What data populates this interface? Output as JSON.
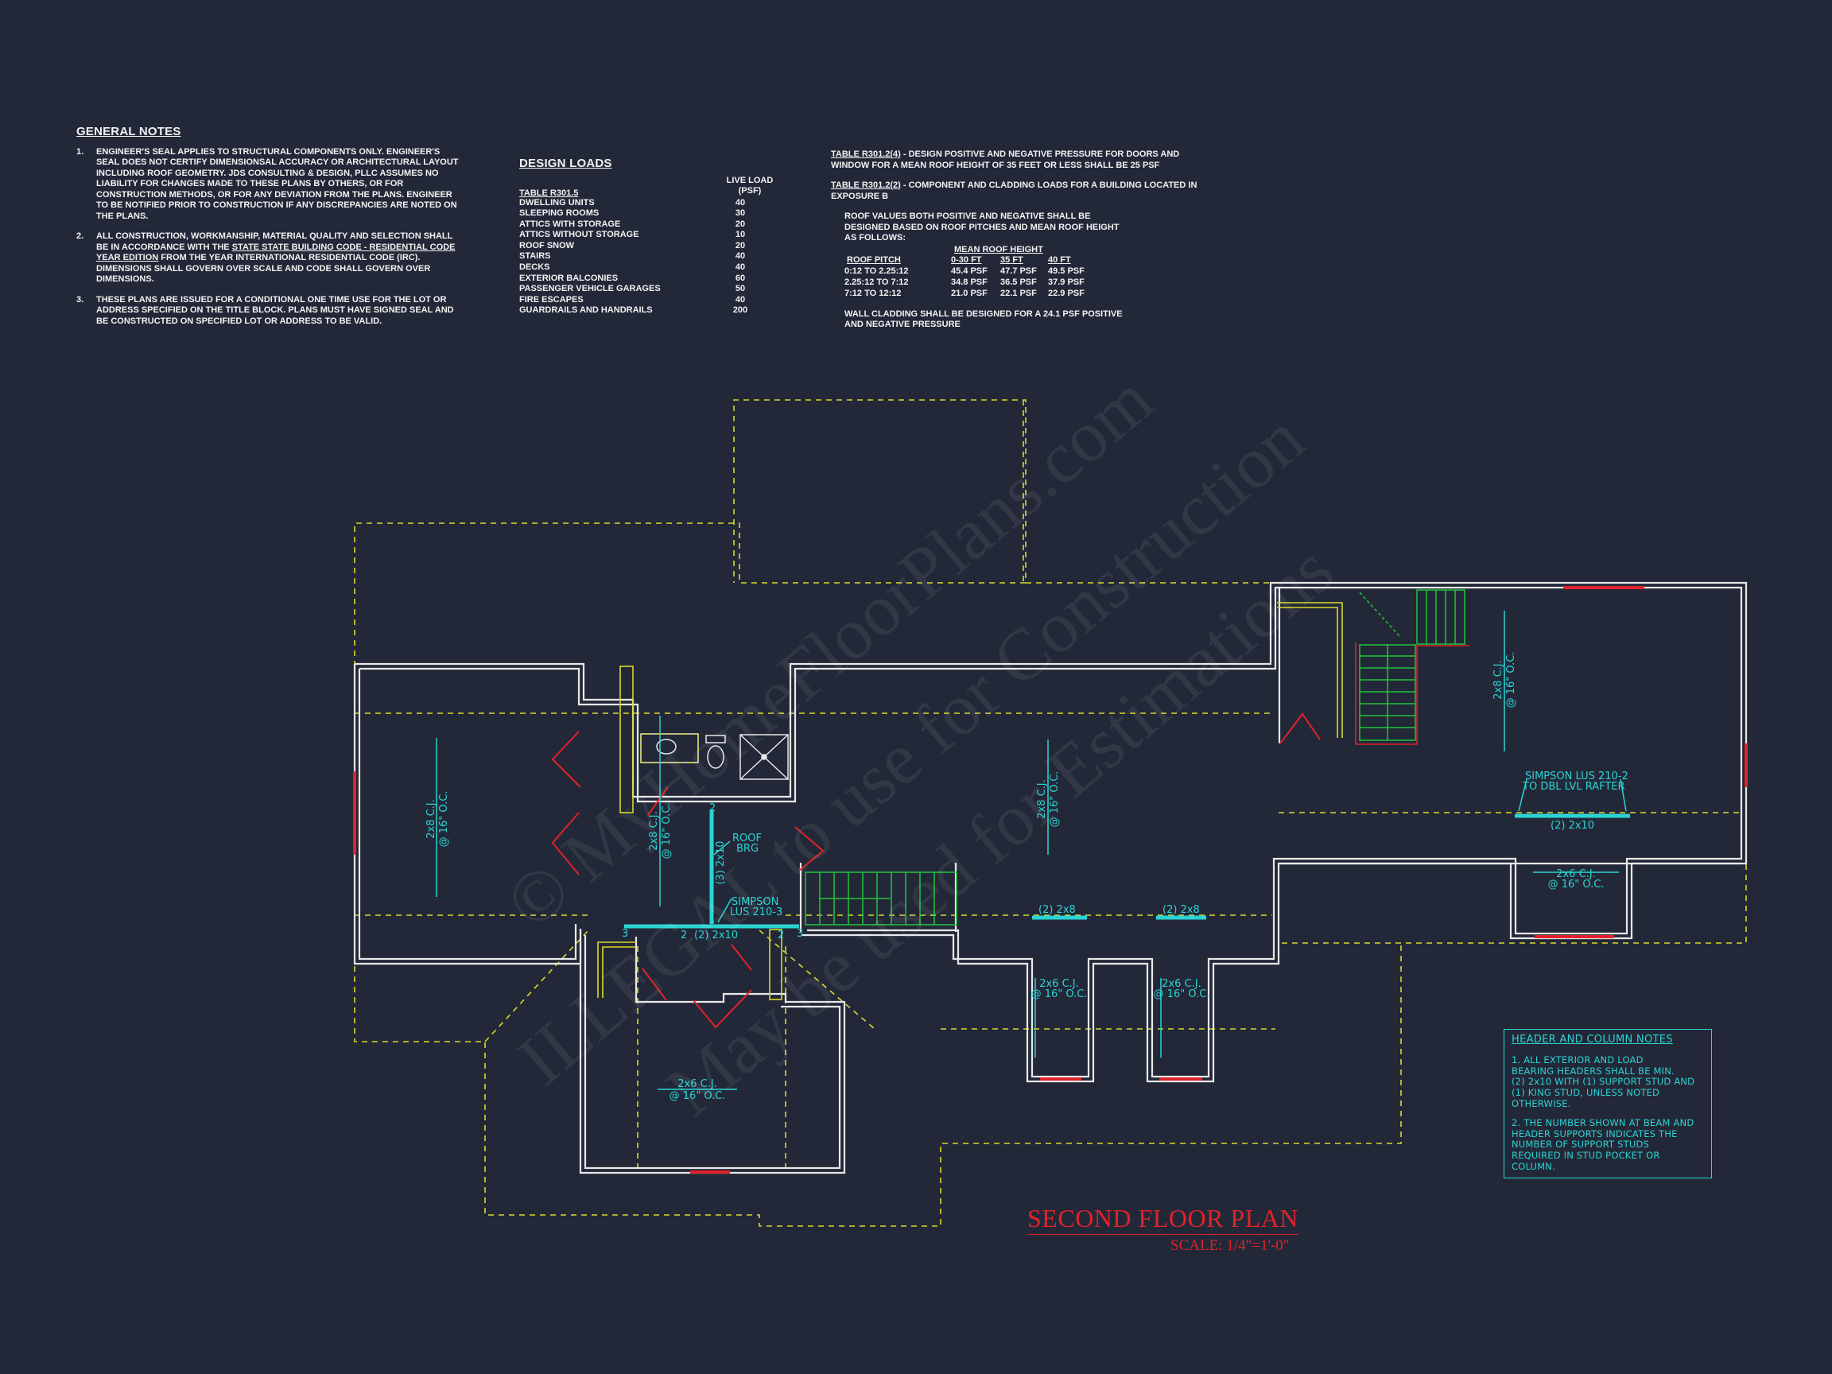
{
  "general_notes": {
    "title": "GENERAL NOTES",
    "items": [
      {
        "num": "1.",
        "lines": [
          "ENGINEER'S SEAL APPLIES TO STRUCTURAL COMPONENTS ONLY. ENGINEER'S",
          "SEAL DOES NOT CERTIFY DIMENSIONSAL ACCURACY OR ARCHITECTURAL LAYOUT",
          "INCLUDING ROOF GEOMETRY.  JDS CONSULTING & DESIGN, PLLC ASSUMES NO",
          "LIABILITY FOR CHANGES MADE TO THESE PLANS BY OTHERS, OR FOR",
          "CONSTRUCTION METHODS, OR FOR ANY DEVIATION FROM THE PLANS. ENGINEER",
          "TO BE NOTIFIED PRIOR TO CONSTRUCTION IF ANY DISCREPANCIES ARE NOTED ON",
          "THE PLANS."
        ]
      },
      {
        "num": "2.",
        "line1": "ALL CONSTRUCTION, WORKMANSHIP, MATERIAL QUALITY AND SELECTION SHALL",
        "line2a": "BE IN ACCORDANCE WITH THE ",
        "line2b": "STATE STATE BUILDING CODE - RESIDENTIAL CODE",
        "line3a": "YEAR EDITION",
        "line3b": " FROM THE YEAR INTERNATIONAL RESIDENTIAL CODE (IRC).",
        "line4": "DIMENSIONS SHALL GOVERN OVER SCALE AND CODE SHALL GOVERN OVER",
        "line5": "DIMENSIONS."
      },
      {
        "num": "3.",
        "lines": [
          "THESE PLANS ARE ISSUED FOR A CONDITIONAL ONE TIME USE FOR THE LOT OR",
          "ADDRESS SPECIFIED ON THE TITLE BLOCK. PLANS MUST HAVE SIGNED SEAL AND",
          "BE CONSTRUCTED ON SPECIFIED LOT OR ADDRESS TO BE VALID."
        ]
      }
    ]
  },
  "design_loads": {
    "title": "DESIGN LOADS",
    "live_load_label": "LIVE LOAD",
    "psf_label": "(PSF)",
    "table_label": "TABLE R301.5",
    "rows": [
      {
        "use": "DWELLING UNITS",
        "load": "40"
      },
      {
        "use": "SLEEPING ROOMS",
        "load": "30"
      },
      {
        "use": "ATTICS WITH STORAGE",
        "load": "20"
      },
      {
        "use": "ATTICS WITHOUT STORAGE",
        "load": "10"
      },
      {
        "use": "ROOF SNOW",
        "load": "20"
      },
      {
        "use": "STAIRS",
        "load": "40"
      },
      {
        "use": "DECKS",
        "load": "40"
      },
      {
        "use": "EXTERIOR BALCONIES",
        "load": "60"
      },
      {
        "use": "PASSENGER VEHICLE GARAGES",
        "load": "50"
      },
      {
        "use": "FIRE ESCAPES",
        "load": "40"
      },
      {
        "use": "GUARDRAILS AND HANDRAILS",
        "load": "200"
      }
    ]
  },
  "wind_notes": {
    "t1_ref": "TABLE R301.2(4)",
    "t1_text1": " - DESIGN POSITIVE AND NEGATIVE PRESSURE FOR DOORS AND",
    "t1_text2": "WINDOW FOR A MEAN ROOF HEIGHT OF 35 FEET OR LESS SHALL BE 25 PSF",
    "t2_ref": "TABLE R301.2(2)",
    "t2_text1": " - COMPONENT AND CLADDING LOADS FOR A BUILDING LOCATED IN",
    "t2_text2": "EXPOSURE B",
    "roof_lines": [
      "ROOF VALUES BOTH POSITIVE AND NEGATIVE SHALL BE",
      "DESIGNED BASED ON ROOF PITCHES AND MEAN ROOF HEIGHT",
      "AS FOLLOWS:"
    ],
    "mean_roof_height": "MEAN ROOF HEIGHT",
    "col_pitch": "ROOF PITCH",
    "col_a": "0-30 FT",
    "col_b": "35 FT",
    "col_c": "40 FT",
    "roof_rows": [
      {
        "pitch": "0:12 TO 2.25:12",
        "a": "45.4 PSF",
        "b": "47.7 PSF",
        "c": "49.5 PSF"
      },
      {
        "pitch": "2.25:12  TO 7:12",
        "a": "34.8 PSF",
        "b": "36.5 PSF",
        "c": "37.9 PSF"
      },
      {
        "pitch": "7:12 TO 12:12",
        "a": "21.0 PSF",
        "b": "22.1 PSF",
        "c": "22.9 PSF"
      }
    ],
    "wall_lines": [
      "WALL CLADDING SHALL BE DESIGNED FOR A 24.1 PSF POSITIVE",
      "AND NEGATIVE PRESSURE"
    ]
  },
  "plan_labels": {
    "cj_2x8": "2x8 C.J.",
    "cj_2x6": "2x6 C.J.",
    "oc16": "@ 16\" O.C.",
    "roof": "ROOF",
    "brg": "BRG",
    "beam_3_2x10": "(3) 2x10",
    "beam_2_2x10": "(2) 2x10",
    "beam_2_2x8": "(2) 2x8",
    "simpson1": "SIMPSON",
    "simpson2": "LUS 210-3",
    "simpson_lus_a": "SIMPSON LUS 210-2",
    "simpson_lus_b": "TO DBL LVL RAFTER",
    "stud_2": "2",
    "stud_3": "3"
  },
  "header_notes": {
    "title": "HEADER AND COLUMN NOTES",
    "n1": [
      "1. ALL EXTERIOR AND LOAD",
      "BEARING HEADERS SHALL BE MIN.",
      "(2) 2x10 WITH (1) SUPPORT STUD AND",
      "(1) KING STUD, UNLESS NOTED",
      "OTHERWISE."
    ],
    "n2": [
      "2. THE NUMBER SHOWN AT BEAM AND",
      "HEADER SUPPORTS INDICATES THE",
      "NUMBER OF SUPPORT STUDS",
      "REQUIRED IN STUD POCKET OR",
      "COLUMN."
    ]
  },
  "plan_title": "SECOND FLOOR PLAN",
  "plan_scale": "SCALE: 1/4\"=1'-0\"",
  "watermark": {
    "line1": "© MyHomeFloorPlans.com",
    "line2": "ILLEGAL to use for Construction",
    "line3": "May be used for Estimations"
  },
  "colors": {
    "background": "#232838",
    "wall": "#e8e8e8",
    "roof_dash": "#d9d92a",
    "framing_cyan": "#2bd4d4",
    "door_red": "#e0222a",
    "stair_green": "#21c43a"
  }
}
